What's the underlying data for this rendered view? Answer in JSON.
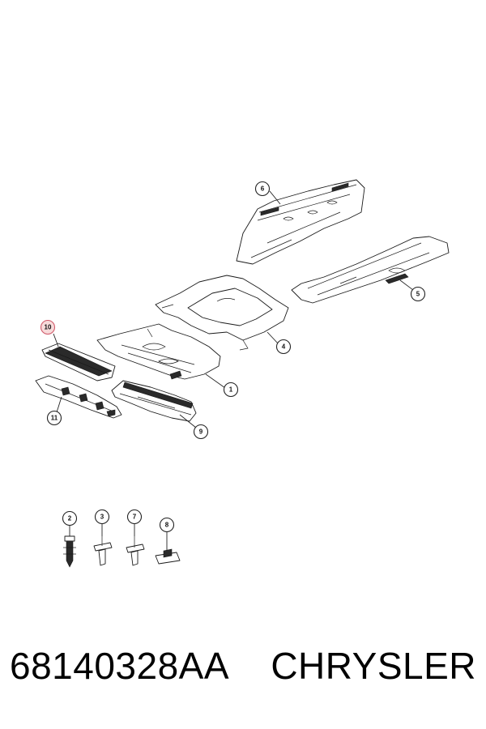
{
  "callouts": [
    {
      "id": "1",
      "label": "1"
    },
    {
      "id": "2",
      "label": "2"
    },
    {
      "id": "3",
      "label": "3"
    },
    {
      "id": "4",
      "label": "4"
    },
    {
      "id": "5",
      "label": "5"
    },
    {
      "id": "6",
      "label": "6"
    },
    {
      "id": "7",
      "label": "7"
    },
    {
      "id": "8",
      "label": "8"
    },
    {
      "id": "9",
      "label": "9"
    },
    {
      "id": "10",
      "label": "10",
      "highlighted": true
    },
    {
      "id": "11",
      "label": "11"
    }
  ],
  "highlight_color": "#d05a6a",
  "footer": {
    "part_number": "68140328AA",
    "brand": "CHRYSLER"
  }
}
